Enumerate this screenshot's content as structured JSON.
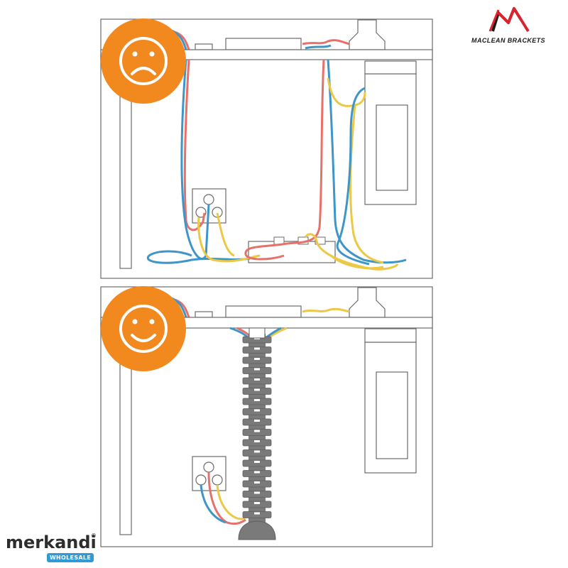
{
  "brand": {
    "name": "MACLEAN BRACKETS",
    "logo_color": "#d9232e"
  },
  "watermark": {
    "name": "merkandi",
    "registered_mark": "®",
    "tag": "WHOLESALE",
    "tag_color": "#2e9ad6"
  },
  "panels": [
    {
      "id": "before",
      "mood": "sad",
      "icon": "sad-face-icon",
      "cable_management": "none"
    },
    {
      "id": "after",
      "mood": "happy",
      "icon": "happy-face-icon",
      "cable_management": "vertical-cable-spine"
    }
  ],
  "colors": {
    "badge": "#f2891e",
    "cable_red": "#e8706a",
    "cable_blue": "#3e95c8",
    "cable_yellow": "#ecc845",
    "spine": "#7a7a7a",
    "line": "#6b6b6b"
  }
}
